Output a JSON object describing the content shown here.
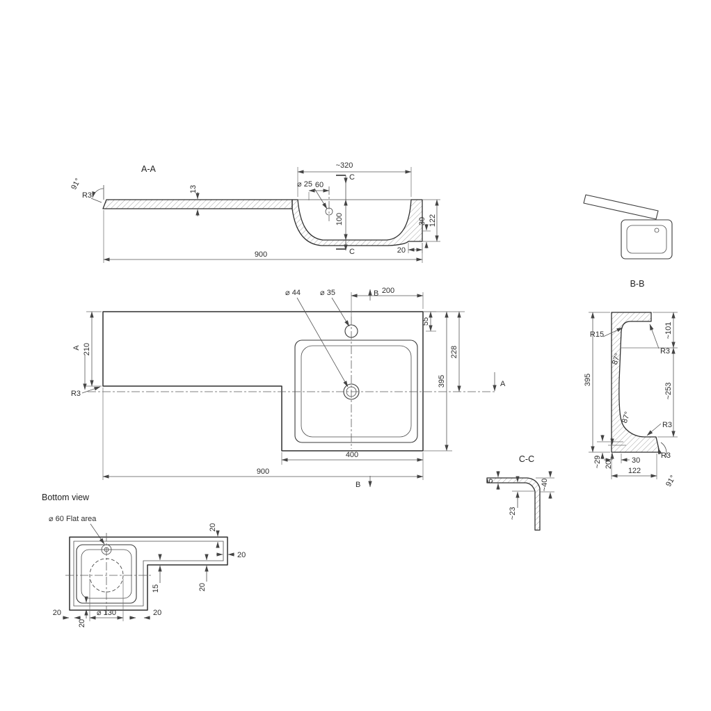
{
  "views": {
    "section_aa": {
      "label": "A-A",
      "angle_left": "91°",
      "radius_left": "R3",
      "rim_width": "~320",
      "cut_label": "C",
      "tap_hole_dia": "⌀ 25",
      "tap_offset": "60",
      "top_thickness": "13",
      "bowl_depth": "100",
      "edge_lip": "30",
      "total_height": "122",
      "flange_width": "20",
      "overall_length": "900"
    },
    "plan": {
      "drain_dia": "⌀ 44",
      "tap_dia": "⌀ 35",
      "cut_label_b": "B",
      "tap_to_edge": "200",
      "tap_to_top": "55",
      "drain_to_top": "228",
      "right_depth": "395",
      "cut_label_a": "A",
      "left_depth": "210",
      "corner_radius": "R3",
      "basin_section_width": "400",
      "overall_length": "900"
    },
    "section_bb": {
      "label": "B-B",
      "bowl_radius": "R15",
      "draft_top": "87°",
      "radius_top": "R3",
      "rim_to_bowl": "~101",
      "overall_depth": "395",
      "bowl_opening": "~253",
      "draft_bottom": "87°",
      "radius_mid": "R3",
      "offset_29": "~29",
      "offset_20": "20",
      "wall_30": "30",
      "base_width": "122",
      "radius_bottom": "R3",
      "edge_angle": "91°"
    },
    "section_cc": {
      "label": "C-C",
      "thickness": "5",
      "depth": "~40",
      "offset": "~23"
    },
    "bottom_view": {
      "label": "Bottom view",
      "flat_area": "⌀ 60 Flat area",
      "inset_top": "20",
      "inset_right": "20",
      "inset_strip": "20",
      "rib_offset": "15",
      "inset_left": "20",
      "drain_recess_dia": "⌀ 130",
      "inset_step": "20",
      "inset_bottom": "20"
    }
  }
}
